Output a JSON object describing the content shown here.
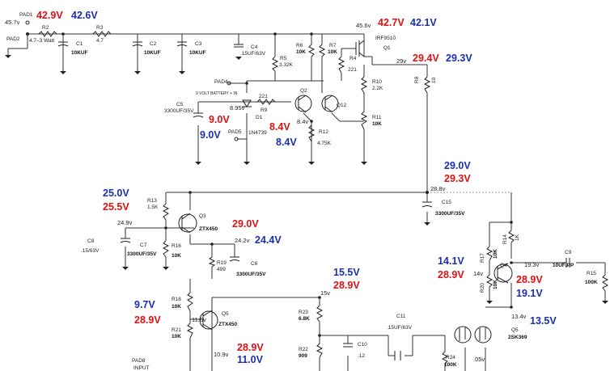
{
  "pads": {
    "pad1": "PAD1",
    "pad2": "PAD2",
    "pad4": "PAD4",
    "pad5": "PAD5",
    "pad8": "PAD8",
    "pad8_sub": "INPUT",
    "battery_note": "9 VOLT BATTERY + IN"
  },
  "components": {
    "r2": "R2",
    "r2_val": "4.7–3 Watt",
    "r3": "R3",
    "r3_val": "4.7",
    "c1": "C1",
    "c1_val": "10KUF",
    "c2": "C2",
    "c2_val": "10KUF",
    "c3": "C3",
    "c3_val": "10KUF",
    "c4": "C4",
    "c4_val": ".15UF/63V",
    "r5": "R5",
    "r5_val": "3.32K",
    "r6": "R6",
    "r6_val": "10K",
    "r7": "R7",
    "r7_val": "10K",
    "r4": "R4",
    "r4_val": "221",
    "q1": "Q1",
    "q1_part": "IRF9510",
    "r9": "R9",
    "r9_val": "221",
    "c5": "C5",
    "c5_val": "3300UF/35V",
    "d1": "D1",
    "d1_part": "1N4739",
    "q2": "Q2",
    "q12": "Q12",
    "r12": "R12",
    "r12_val": "4.75K",
    "r10": "R10",
    "r10_val": "2.2K",
    "r11": "R11",
    "r11_val": "10K",
    "r8": "R8",
    "r8_val": "10",
    "c15": "C15",
    "c15_val": "3300UF/35V",
    "r13": "R13",
    "r13_val": "1.5K",
    "q3": "Q3",
    "q3_part": "ZTX450",
    "c8": "C8",
    "c8_val": ".15/63V",
    "c7": "C7",
    "c7_val": "3300UF/35V",
    "r16": "R16",
    "r16_val": "10K",
    "r19": "R19",
    "r19_val": "499",
    "c6": "C6",
    "c6_val": "3300UF/35V",
    "r18": "R18",
    "r18_val": "10K",
    "q5": "Q5",
    "q5_part": "ZTX450",
    "r21": "R21",
    "r21_val": "10K",
    "r23": "R23",
    "r23_val": "6.8K",
    "r22": "R22",
    "r22_val": "909",
    "c10": "C10",
    "c10_val": ".12",
    "c11": "C11",
    "c11_val": ".15UF/63V",
    "r24": "R24",
    "r24_val": "100K",
    "r17": "R17",
    "r17_val": "10K",
    "r14": "R14",
    "r14_val": "1K",
    "q4": "Q4",
    "r20": "R20",
    "r20_val": "10K",
    "c9": "C9",
    "c9_val": "10UF/PP",
    "r15": "R15",
    "r15_val": "100K",
    "q6": "Q5",
    "q6_part": "2SK369"
  },
  "node_voltages": {
    "n_45_7": "45.7v",
    "n_45_6": "45.6v",
    "n_29": "29v",
    "n_8_95": "8.95v",
    "n_8_4": "8.4v",
    "n_28_8": "28.8v",
    "n_24_9": "24.9v",
    "n_24_2": "24.2v",
    "n_15": "15v",
    "n_11_6": "11.6v",
    "n_10_9": "10.9v",
    "n_19_3": "19.3v",
    "n_14": "14v",
    "n_13_4": "13.4v",
    "n_05": ".05v"
  },
  "measurements": {
    "pad1_red": "42.9V",
    "pad1_blue": "42.6V",
    "q1_red": "42.7V",
    "q1_blue": "42.1V",
    "r8_red": "29.4V",
    "r8_blue": "29.3V",
    "d1_red": "9.0V",
    "d1_blue": "9.0V",
    "q2_red": "8.4V",
    "q2_blue": "8.4V",
    "c15_blue": "29.0V",
    "c15_red": "29.3V",
    "q3_blue": "25.0V",
    "q3_red": "25.5V",
    "q3e_red": "29.0V",
    "q3e_blue": "24.4V",
    "n15_blue": "15.5V",
    "n15_red": "28.9V",
    "q5b_blue": "9.7V",
    "q5b_red": "28.9V",
    "q5e_red": "28.9V",
    "q5e_blue": "11.0V",
    "q4_blue": "14.1V",
    "q4_red": "28.9V",
    "q4c_red": "28.9V",
    "q4c_blue": "19.1V",
    "q6_blue": "13.5V"
  },
  "colors": {
    "red": "#dd1111",
    "blue": "#1a2fb0"
  }
}
